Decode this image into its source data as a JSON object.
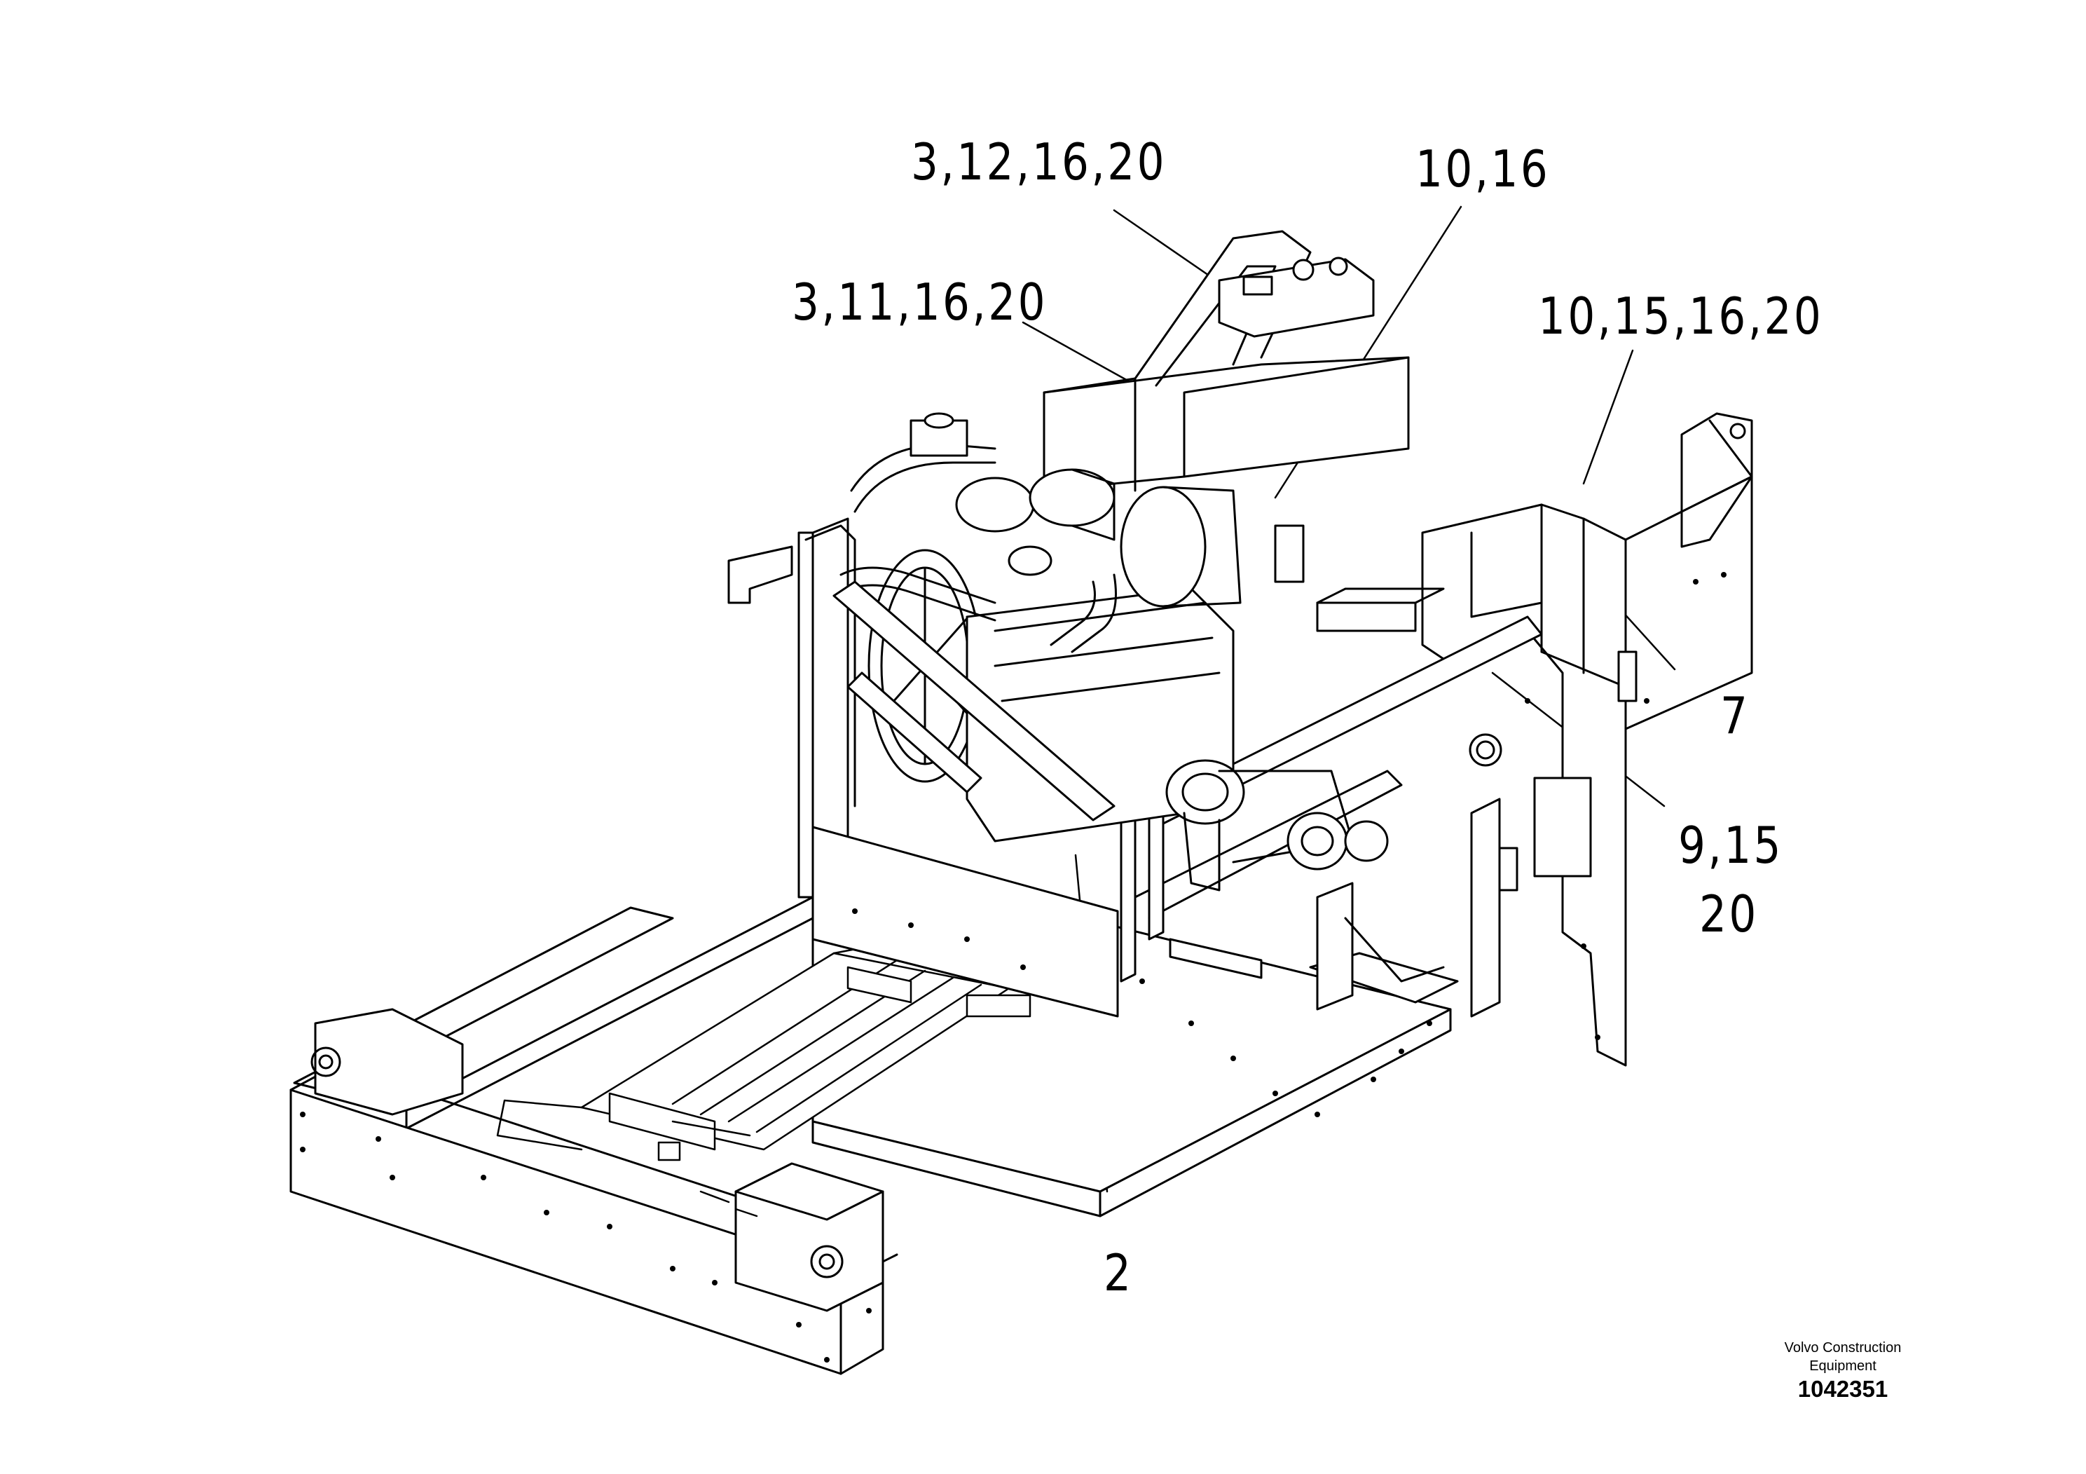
{
  "callouts": [
    {
      "id": "c1",
      "text": "3,12,16,20"
    },
    {
      "id": "c2",
      "text": "3,11,16,20"
    },
    {
      "id": "c3",
      "text": "10,16"
    },
    {
      "id": "c4",
      "text": "10,15,16,20"
    },
    {
      "id": "c5",
      "text": "7"
    },
    {
      "id": "c6a",
      "text": "9,15"
    },
    {
      "id": "c6b",
      "text": "20"
    },
    {
      "id": "c7",
      "text": "2"
    }
  ],
  "footer": {
    "brand_line1": "Volvo Construction",
    "brand_line2": "Equipment",
    "drawing_number": "1042351"
  }
}
